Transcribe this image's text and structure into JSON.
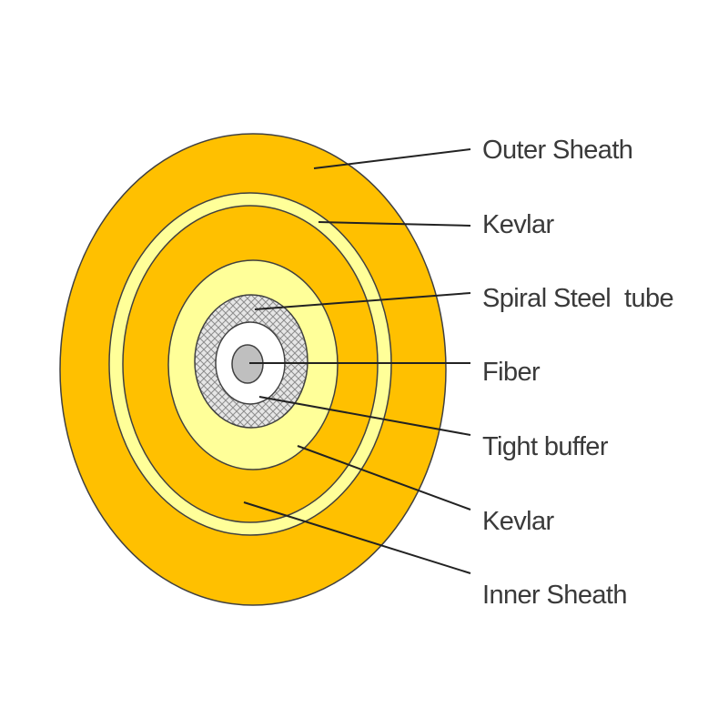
{
  "colors": {
    "outer_sheath": "#FFC000",
    "kevlar": "#FFFF99",
    "spiral_steel_tube": "#D9D9D9",
    "tight_buffer": "#FFFFFF",
    "fiber": "#BFBFBF",
    "outline": "#404040",
    "leader_line": "#222222",
    "label_text": "#3A3A3A"
  },
  "labels": [
    {
      "id": "outer-sheath",
      "text": "Outer Sheath"
    },
    {
      "id": "kevlar-outer",
      "text": "Kevlar"
    },
    {
      "id": "spiral-steel-tube",
      "text": "Spiral Steel  tube"
    },
    {
      "id": "fiber",
      "text": "Fiber"
    },
    {
      "id": "tight-buffer",
      "text": "Tight buffer"
    },
    {
      "id": "kevlar-inner",
      "text": "Kevlar"
    },
    {
      "id": "inner-sheath",
      "text": "Inner Sheath"
    }
  ]
}
